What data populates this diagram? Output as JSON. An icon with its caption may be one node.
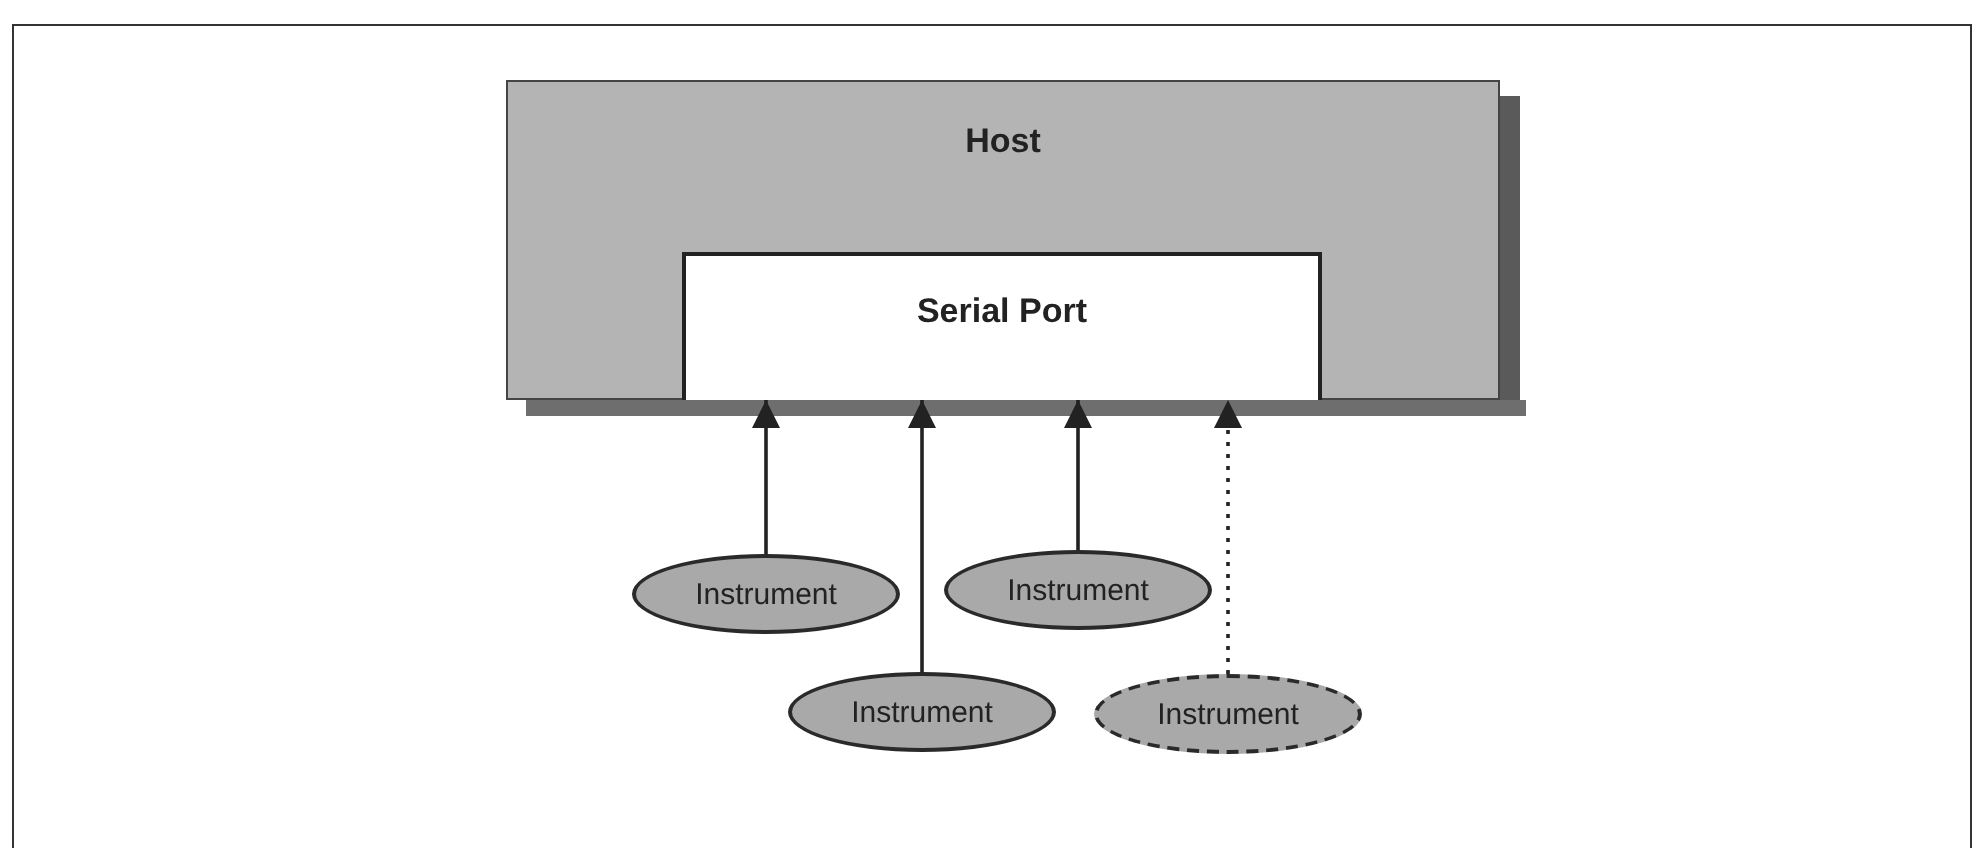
{
  "diagram": {
    "nodes": [
      {
        "text": [
          "Host"
        ]
      },
      {
        "text": [
          "Serial Port"
        ],
        "in": 0
      },
      {
        "text": [
          "Instrument"
        ]
      },
      {
        "text": [
          "Instrument"
        ]
      },
      {
        "text": [
          "Instrument"
        ]
      },
      {
        "text": [
          "Instrument"
        ]
      }
    ],
    "edges": [
      {
        "from": 2,
        "to": 1,
        "arrow": "to"
      },
      {
        "from": 4,
        "to": 1,
        "arrow": "to"
      },
      {
        "from": 3,
        "to": 1,
        "arrow": "to"
      },
      {
        "from": 5,
        "to": 1,
        "arrow": "to",
        "style": "dashed"
      }
    ]
  }
}
